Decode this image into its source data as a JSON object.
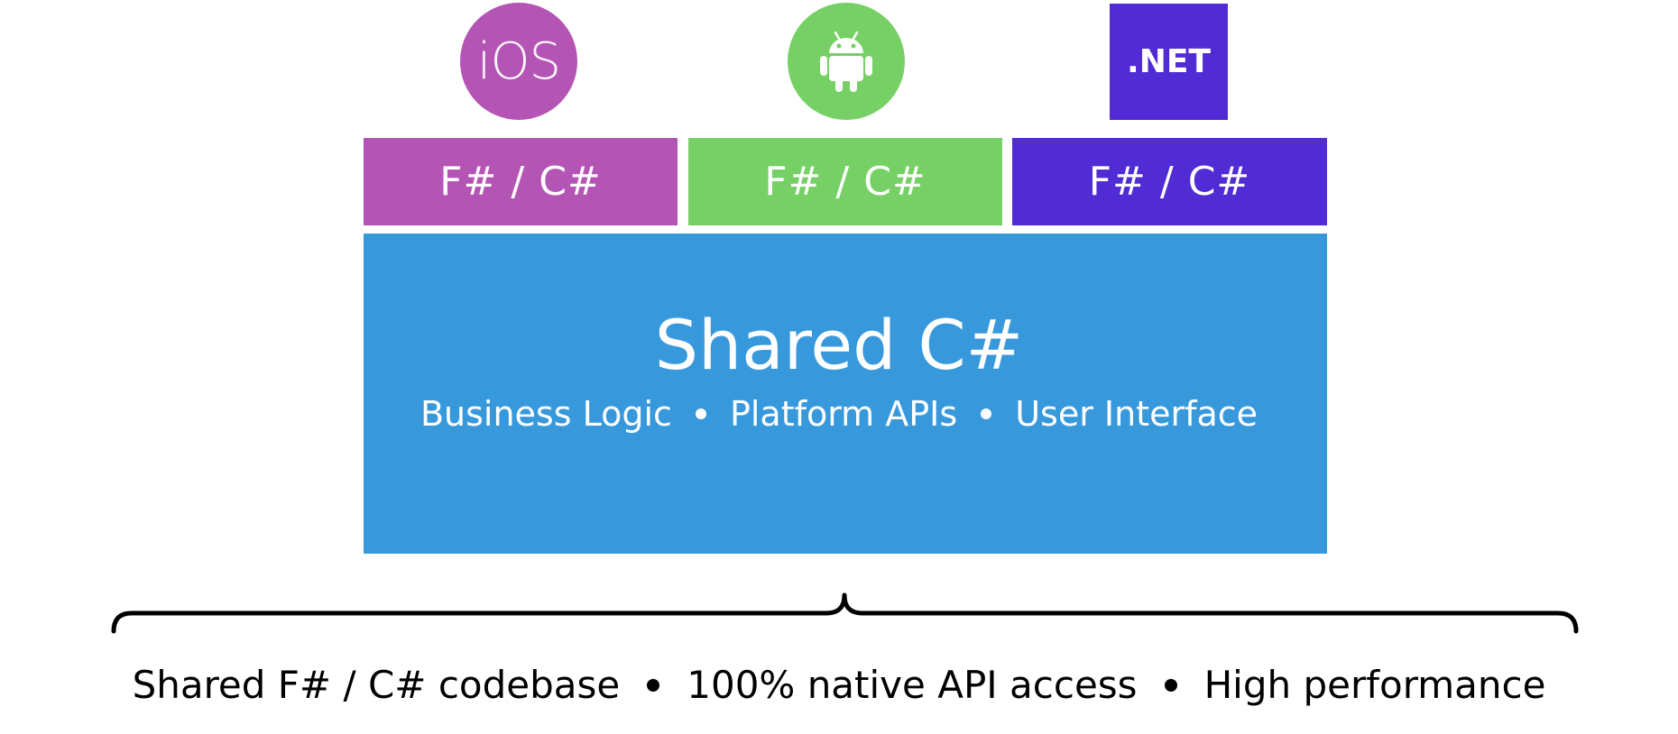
{
  "platforms": {
    "ios": {
      "logo_text": "iOS",
      "lang_label": "F# / C#",
      "color": "#b455b6"
    },
    "android": {
      "logo_icon": "android-robot-icon",
      "lang_label": "F# / C#",
      "color": "#77d066"
    },
    "dotnet": {
      "logo_text": ".NET",
      "lang_label": "F# / C#",
      "color": "#512bd4"
    }
  },
  "shared": {
    "title": "Shared C#",
    "items": [
      "Business Logic",
      "Platform APIs",
      "User Interface"
    ],
    "color": "#3799dc"
  },
  "footer": {
    "items": [
      "Shared F# / C# codebase",
      "100% native API access",
      "High performance"
    ]
  }
}
